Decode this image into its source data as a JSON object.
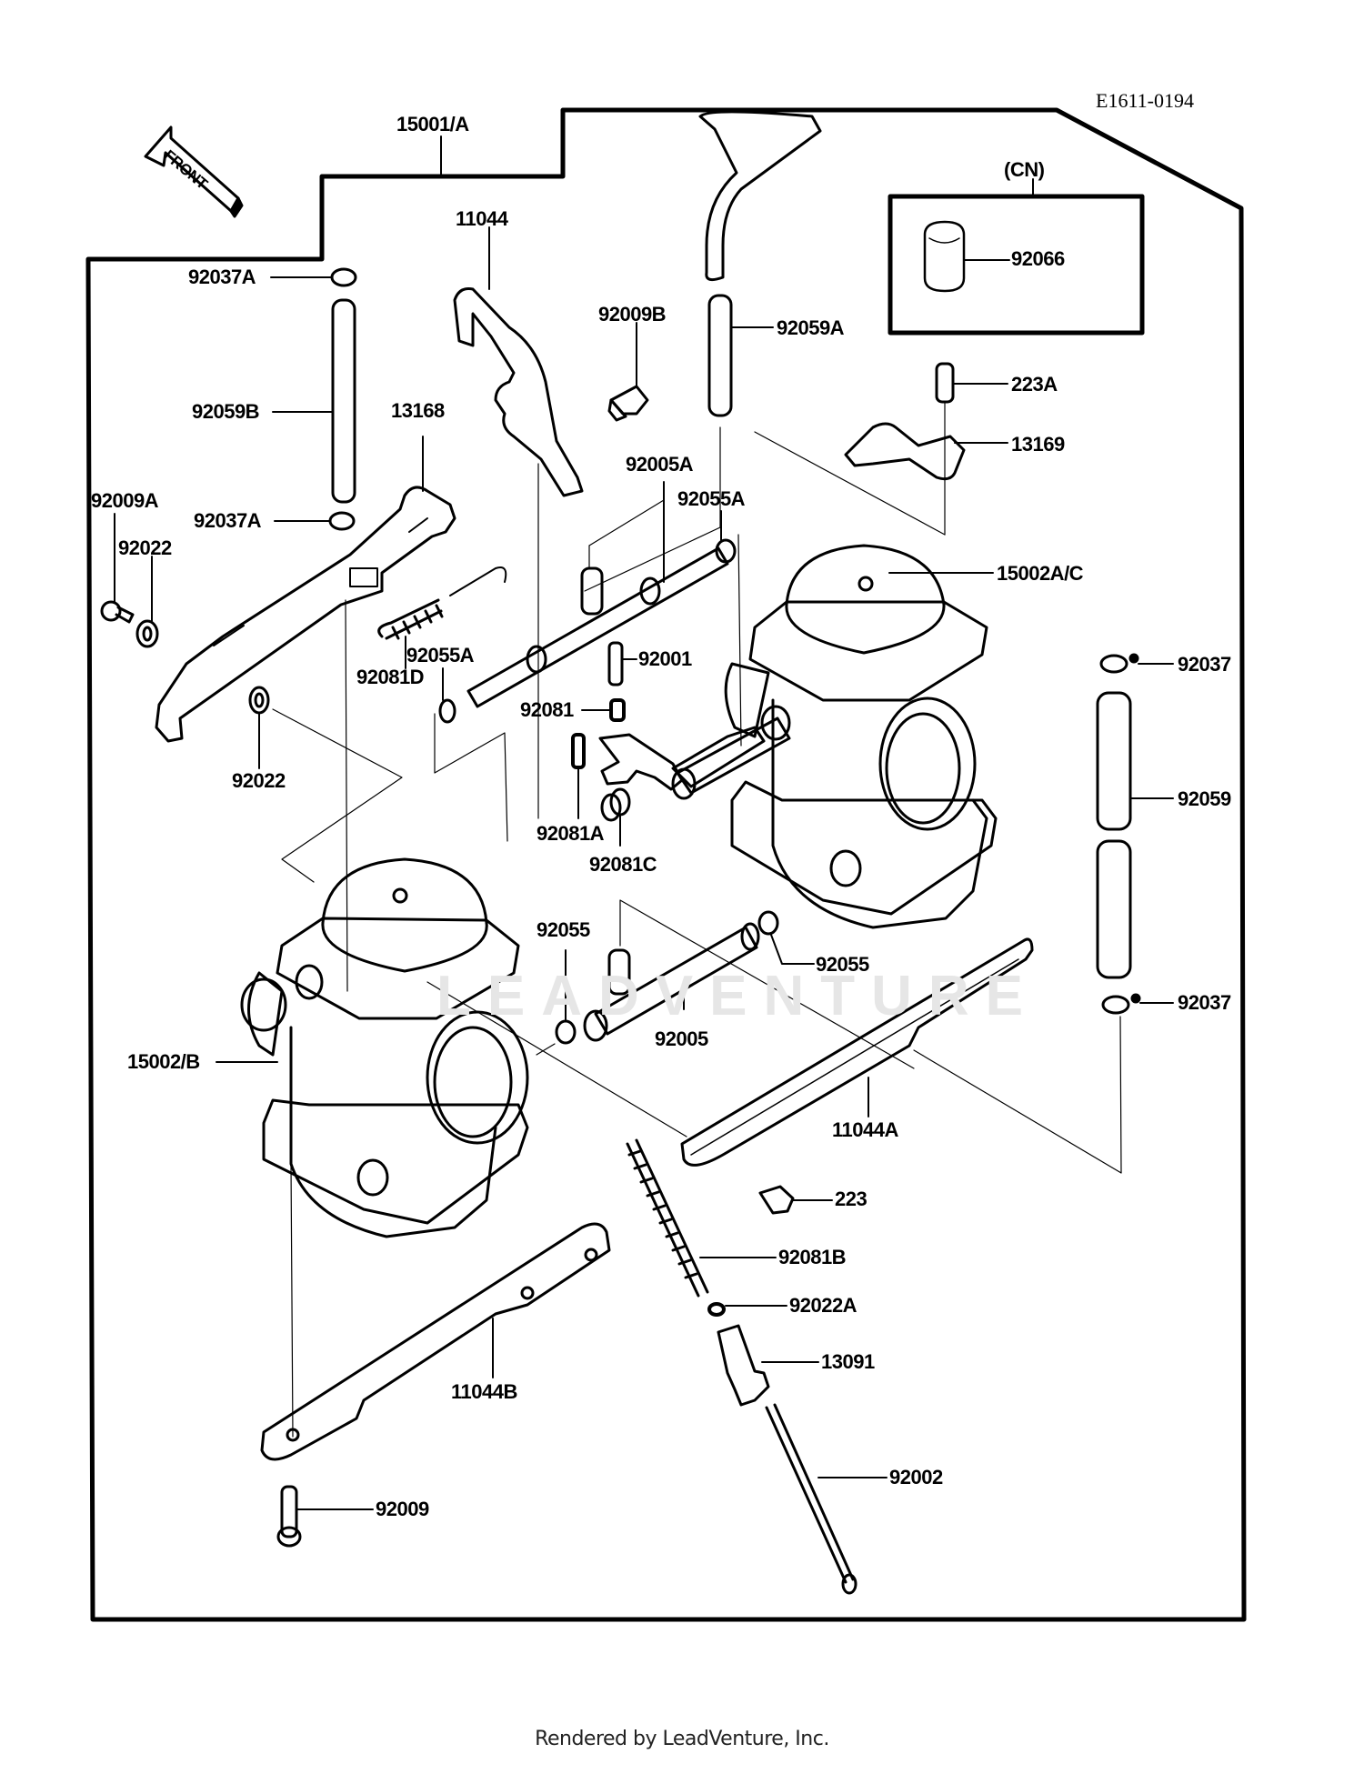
{
  "diagram": {
    "drawing_code": "E1611-0194",
    "front_arrow_label": "FRONT",
    "assembly_label": "15001/A",
    "region_box_label": "(CN)",
    "watermark": "LEADVENTURE",
    "footer": "Rendered by LeadVenture, Inc."
  },
  "parts": [
    {
      "id": "15001/A",
      "name": "carburetor-assembly"
    },
    {
      "id": "11044",
      "name": "bracket"
    },
    {
      "id": "92037A",
      "name": "clamp-top-left"
    },
    {
      "id": "92009B",
      "name": "screw"
    },
    {
      "id": "92059A",
      "name": "tube-top"
    },
    {
      "id": "92066",
      "name": "cap"
    },
    {
      "id": "223A",
      "name": "screw-top-right"
    },
    {
      "id": "13169",
      "name": "plate"
    },
    {
      "id": "92059B",
      "name": "tube-left"
    },
    {
      "id": "13168",
      "name": "lever-plate"
    },
    {
      "id": "92037A",
      "name": "clamp-lower-left"
    },
    {
      "id": "92009A",
      "name": "screw-left"
    },
    {
      "id": "92022",
      "name": "washer-left"
    },
    {
      "id": "92005A",
      "name": "fitting-upper"
    },
    {
      "id": "92055A",
      "name": "o-ring-upper-right"
    },
    {
      "id": "15002A/C",
      "name": "carburetor-right"
    },
    {
      "id": "92055A",
      "name": "o-ring-upper-left"
    },
    {
      "id": "92081D",
      "name": "spring-d"
    },
    {
      "id": "92001",
      "name": "bolt"
    },
    {
      "id": "92081",
      "name": "spring"
    },
    {
      "id": "92022",
      "name": "washer-center"
    },
    {
      "id": "92037",
      "name": "clamp-right-upper"
    },
    {
      "id": "92081A",
      "name": "spring-a"
    },
    {
      "id": "92081C",
      "name": "spring-c"
    },
    {
      "id": "92059",
      "name": "tube-right"
    },
    {
      "id": "92055",
      "name": "o-ring-lower-left"
    },
    {
      "id": "92055",
      "name": "o-ring-lower-right"
    },
    {
      "id": "92005",
      "name": "fitting-lower"
    },
    {
      "id": "92037",
      "name": "clamp-right-lower"
    },
    {
      "id": "15002/B",
      "name": "carburetor-left"
    },
    {
      "id": "11044A",
      "name": "bracket-a"
    },
    {
      "id": "223",
      "name": "screw-center"
    },
    {
      "id": "92081B",
      "name": "spring-b"
    },
    {
      "id": "92022A",
      "name": "washer-a"
    },
    {
      "id": "13091",
      "name": "adjuster"
    },
    {
      "id": "11044B",
      "name": "bracket-b"
    },
    {
      "id": "92002",
      "name": "long-bolt"
    },
    {
      "id": "92009",
      "name": "screw-bottom"
    }
  ]
}
